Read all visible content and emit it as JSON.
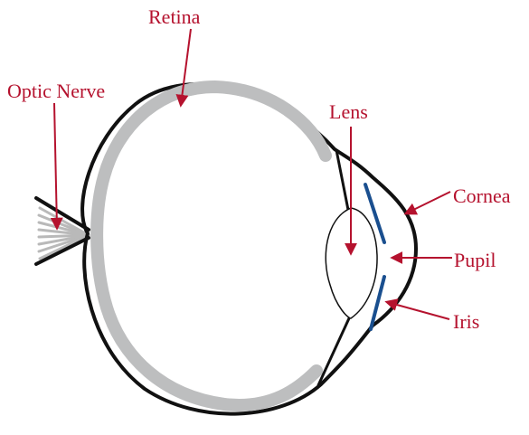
{
  "labels": {
    "retina": "Retina",
    "optic_nerve": "Optic Nerve",
    "lens": "Lens",
    "cornea": "Cornea",
    "pupil": "Pupil",
    "iris": "Iris"
  },
  "colors": {
    "label": "#b5122e",
    "arrow": "#b5122e",
    "outline": "#111111",
    "retina": "#bdbebf",
    "iris": "#1a4f8f",
    "nerve": "#b9b9b9"
  }
}
